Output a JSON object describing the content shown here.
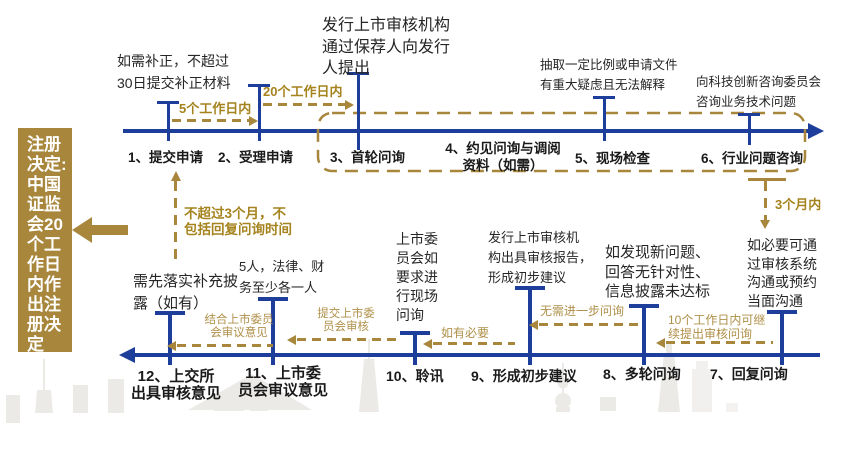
{
  "colors": {
    "blue": "#1d3f9b",
    "gold": "#a8873c",
    "gold_text": "#a5831e",
    "gold_light": "#af9049"
  },
  "registration_box": {
    "text": "注册\n决定:\n中国\n证监\n会20\n个工\n作日\n内作\n出注\n册决\n定"
  },
  "top_timeline": {
    "items": [
      {
        "label": "1、提交申请"
      },
      {
        "label": "2、受理申请"
      },
      {
        "label": "3、首轮问询"
      },
      {
        "label": "4、约见问询与调阅\n资料（如需）"
      },
      {
        "label": "5、现场检查"
      },
      {
        "label": "6、行业问题咨询"
      }
    ],
    "annotations": {
      "submit": "如需补正，不超过\n30日提交补正材料",
      "first_inquiry": "发行上市审核机构\n通过保荐人向发行\n人提出",
      "onsite_check": "抽取一定比例或申请文件\n有重大疑虑且无法解释",
      "industry_consult": "向科技创新咨询委员会\n咨询业务技术问题"
    },
    "durations": {
      "accept": "5个工作日内",
      "inquiry": "20个工作日内"
    }
  },
  "middle": {
    "loop_note": "不超过3个月，不\n包括回复问询时间",
    "three_months": "3个月内"
  },
  "bottom_timeline": {
    "items": [
      {
        "label": "7、回复问询"
      },
      {
        "label": "8、多轮问询"
      },
      {
        "label": "9、形成初步建议"
      },
      {
        "label": "10、聆讯"
      },
      {
        "label": "11、上市委\n员会审议意见"
      },
      {
        "label": "12、上交所\n出具审核意见"
      }
    ],
    "annotations": {
      "reply": "如必要可通\n过审核系统\n沟通或预约\n当面沟通",
      "multi_round": "如发现新问题、\n回答无针对性、\n信息披露未达标",
      "preliminary": "发行上市审核机\n构出具审核报告，\n形成初步建议",
      "hearing": "上市委\n员会如\n要求进\n行现场\n问询",
      "committee": "5人，法律、财\n务至少各一人",
      "sse_opinion": "需先落实补充披\n露（如有）"
    },
    "flows": {
      "continue_inquiry": "10个工作日内可继\n续提出审核问询",
      "no_further": "无需进一步问询",
      "if_necessary": "如有必要",
      "submit_committee": "提交上市委\n员会审核",
      "combine_opinion": "结合上市委员\n会审议意见"
    }
  }
}
